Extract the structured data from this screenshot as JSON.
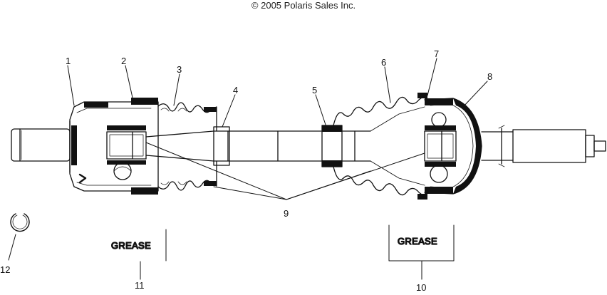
{
  "header": {
    "copyright": "© 2005 Polaris Sales Inc."
  },
  "callouts": [
    "1",
    "2",
    "3",
    "4",
    "5",
    "6",
    "7",
    "8",
    "9",
    "10",
    "11",
    "12"
  ],
  "grease_labels": {
    "left": "GREASE",
    "right": "GREASE"
  }
}
